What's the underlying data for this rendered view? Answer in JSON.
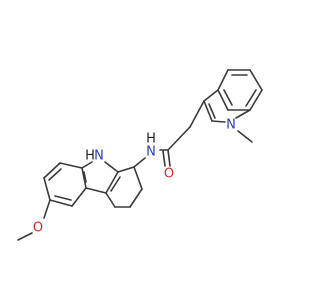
{
  "molecule": {
    "atom_labels": {
      "indole_ring_N": "N",
      "carbazole_N": "N",
      "carbazole_NH_H": "H",
      "amide_N": "N",
      "amide_NH_H": "H",
      "carbonyl_O": "O",
      "methoxy_O": "O"
    },
    "colors": {
      "bond": "#3a3a3a",
      "nitrogen": "#2a3db8",
      "oxygen": "#d42a2a",
      "hydrogen": "#222222",
      "background": "#ffffff"
    }
  }
}
